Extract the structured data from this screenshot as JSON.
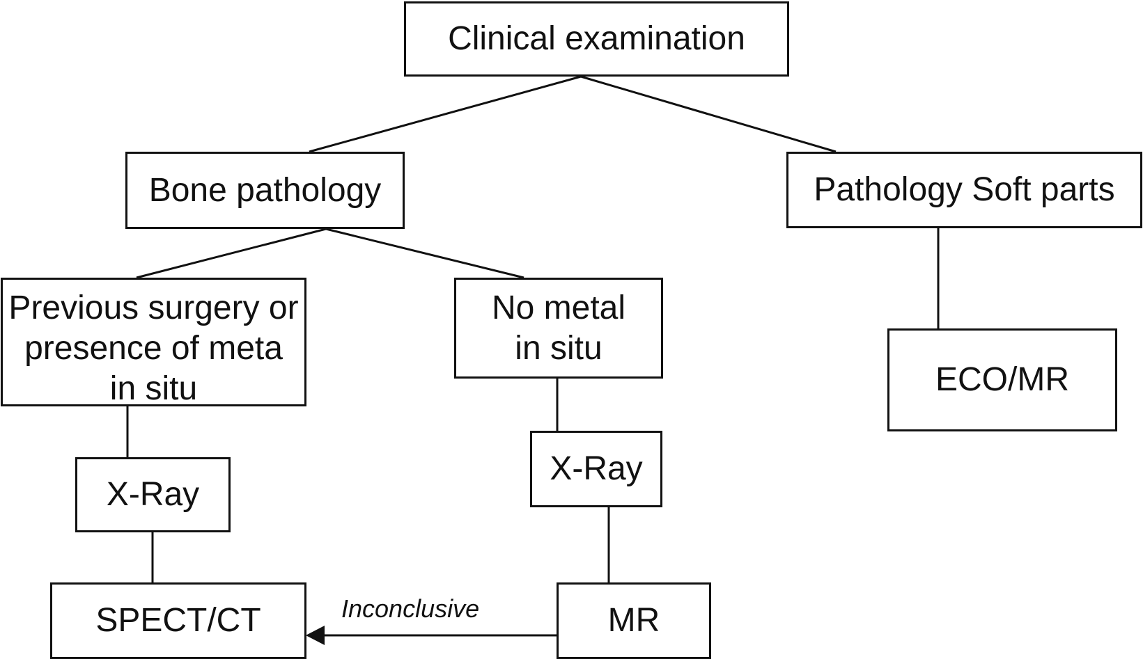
{
  "colors": {
    "line": "#111111",
    "background": "#ffffff"
  },
  "nodes": {
    "clinical_exam": "Clinical examination",
    "bone_pathology": "Bone pathology",
    "soft_parts": "Pathology Soft parts",
    "previous_surgery": {
      "line1": "Previous surgery or",
      "line2": "presence of meta",
      "line3": "in situ"
    },
    "no_metal": {
      "line1": "No metal",
      "line2": "in situ"
    },
    "eco_mr": "ECO/MR",
    "xray_left": "X-Ray",
    "xray_right": "X-Ray",
    "spect_ct": "SPECT/CT",
    "mr": "MR"
  },
  "edge_labels": {
    "inconclusive": "Inconclusive"
  }
}
